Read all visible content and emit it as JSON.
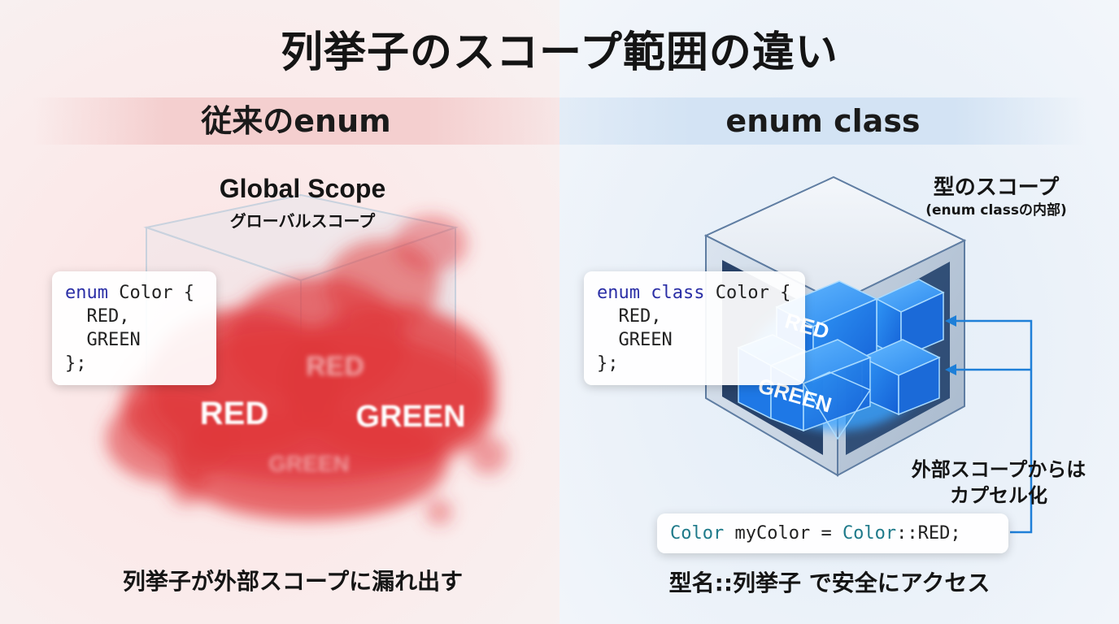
{
  "title": "列挙子のスコープ範囲の違い",
  "left": {
    "heading": "従来のenum",
    "scope_title": "Global Scope",
    "scope_subtitle": "グローバルスコープ",
    "code": {
      "keyword": "enum",
      "name": " Color {",
      "line2": "  RED,",
      "line3": "  GREEN",
      "line4": "};"
    },
    "cloud_labels": [
      "RED",
      "GREEN",
      "RED",
      "GREEN"
    ],
    "caption": "列挙子が外部スコープに漏れ出す",
    "accent_color": "#e0383c"
  },
  "right": {
    "heading": "enum class",
    "scope_title": "型のスコープ",
    "scope_subtitle": "(enum classの内部)",
    "code": {
      "keyword": "enum class",
      "name": " Color {",
      "line2": "  RED,",
      "line3": "  GREEN",
      "line4": "};"
    },
    "cube_labels": [
      "RED",
      "GREEN"
    ],
    "encapsulation_note_line1": "外部スコープからは",
    "encapsulation_note_line2": "カプセル化",
    "access_code": {
      "type": "Color",
      "middle": " myColor = ",
      "type2": "Color",
      "rest": "::RED;"
    },
    "caption": "型名::列挙子 で安全にアクセス",
    "accent_color": "#1e7fd8"
  }
}
